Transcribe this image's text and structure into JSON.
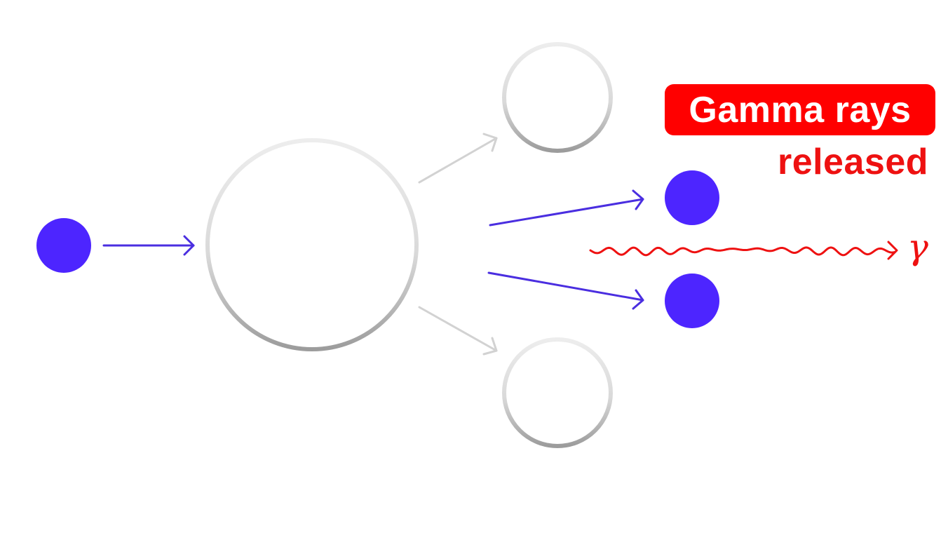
{
  "label": {
    "title": "Gamma rays",
    "subtitle": "released",
    "symbol": "γ"
  },
  "colors": {
    "particle": "#4d25ff",
    "arrow": "#4a2ee0",
    "faded_arrow": "#d2d2d2",
    "gamma": "#ee1111",
    "badge_bg": "#ff0000",
    "text_red": "#ee1111",
    "nucleus_light": "#ececec",
    "nucleus_dark": "#9c9c9c"
  }
}
